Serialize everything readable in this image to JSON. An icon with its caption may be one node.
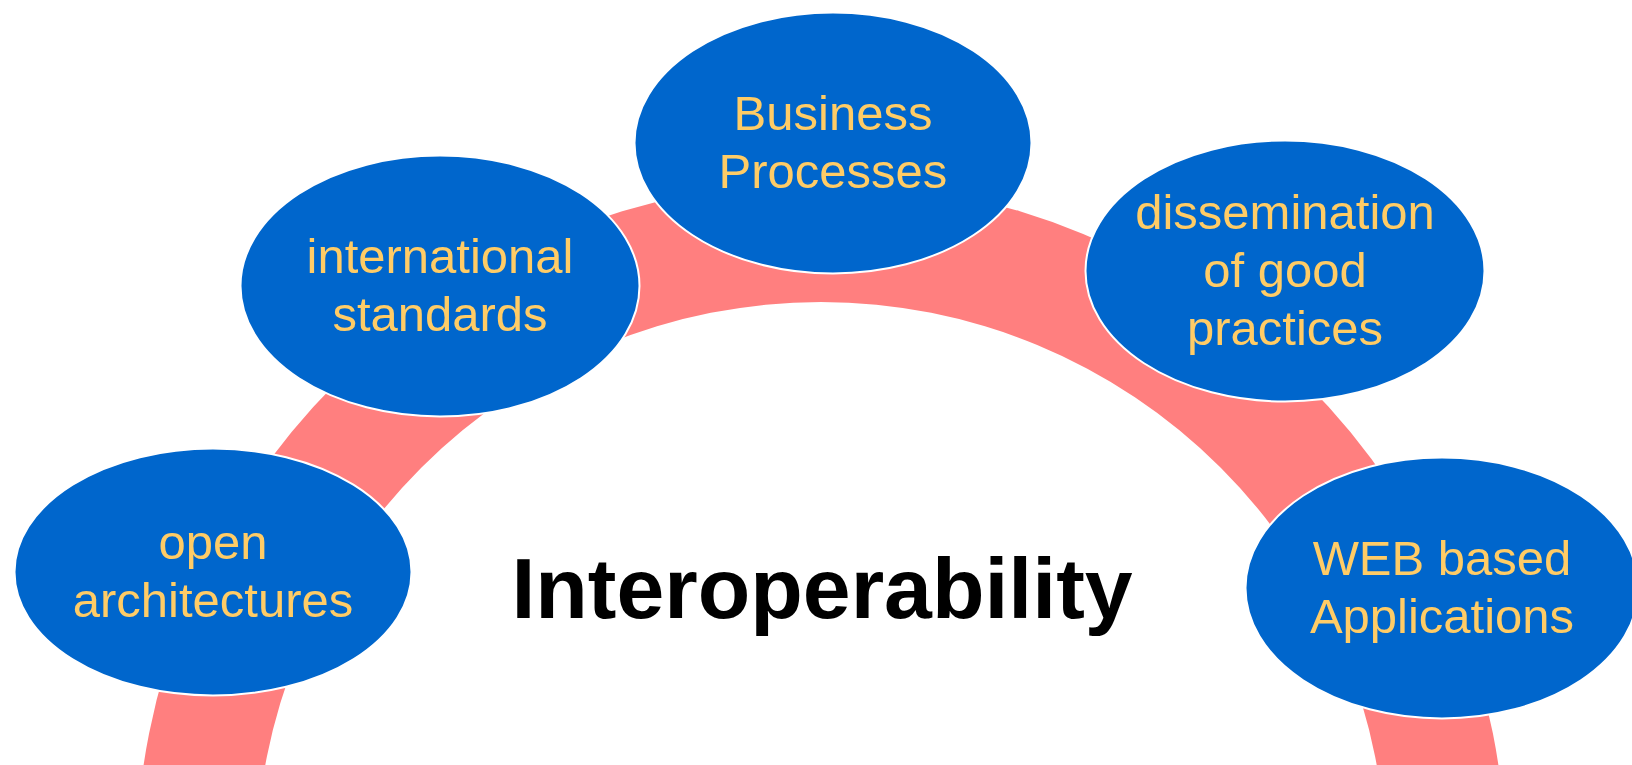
{
  "diagram": {
    "nodes": [
      {
        "text": [
          "open architectures"
        ]
      },
      {
        "text": [
          "international standards"
        ]
      },
      {
        "text": [
          "Business Processes"
        ]
      },
      {
        "text": [
          "dissemination of good practices"
        ]
      },
      {
        "text": [
          "WEB based Applications"
        ]
      }
    ],
    "labels": [
      "Interoperability"
    ]
  }
}
